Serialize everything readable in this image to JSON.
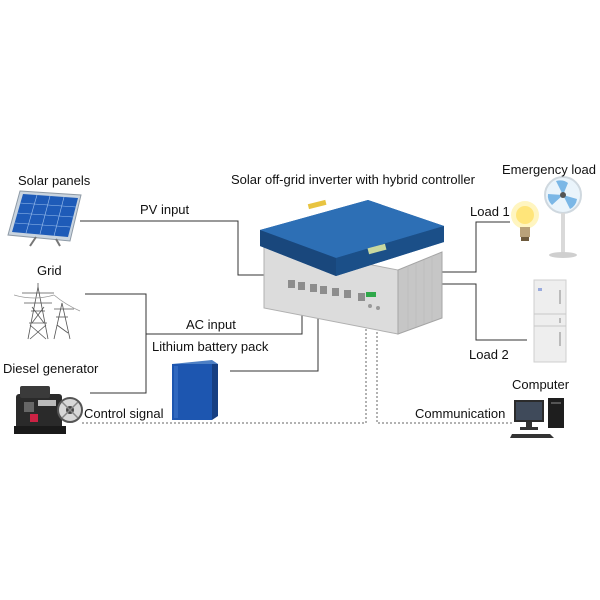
{
  "labels": {
    "inverter_title": "Solar off-grid inverter with hybrid controller",
    "solar_panels": "Solar panels",
    "pv_input": "PV input",
    "grid": "Grid",
    "ac_input": "AC input",
    "battery_pack": "Lithium battery pack",
    "diesel_generator": "Diesel generator",
    "control_signal": "Control signal",
    "communication": "Communication",
    "emergency_load": "Emergency load",
    "load1": "Load 1",
    "load2": "Load 2",
    "computer": "Computer"
  },
  "icons": [
    "solar-panel-icon",
    "power-tower-icon",
    "diesel-generator-icon",
    "battery-pack-icon",
    "hybrid-inverter-device",
    "light-bulb-icon",
    "standing-fan-icon",
    "refrigerator-icon",
    "desktop-computer-icon"
  ],
  "colors": {
    "inverter_lid": "#1f5a9a",
    "battery": "#1d56b0",
    "wire": "#333333"
  }
}
